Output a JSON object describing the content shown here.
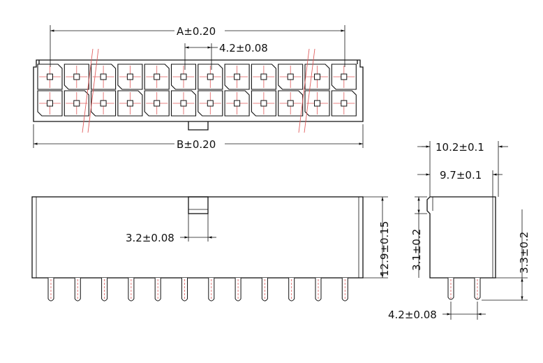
{
  "dimensions": {
    "a": "A±0.20",
    "b": "B±0.20",
    "pitch_top": "4.2±0.08",
    "key_width": "3.2±0.08",
    "height": "12.9±0.15",
    "depth_outer": "10.2±0.1",
    "depth_inner": "9.7±0.1",
    "latch_height": "3.1±0.2",
    "pin_length": "3.3±0.2",
    "pitch_side": "4.2±0.08"
  },
  "colors": {
    "line": "#111111",
    "centerline": "#e05a5a"
  },
  "connector": {
    "columns": 12,
    "rows": 2,
    "pins_front": 12,
    "pins_side": 2
  }
}
